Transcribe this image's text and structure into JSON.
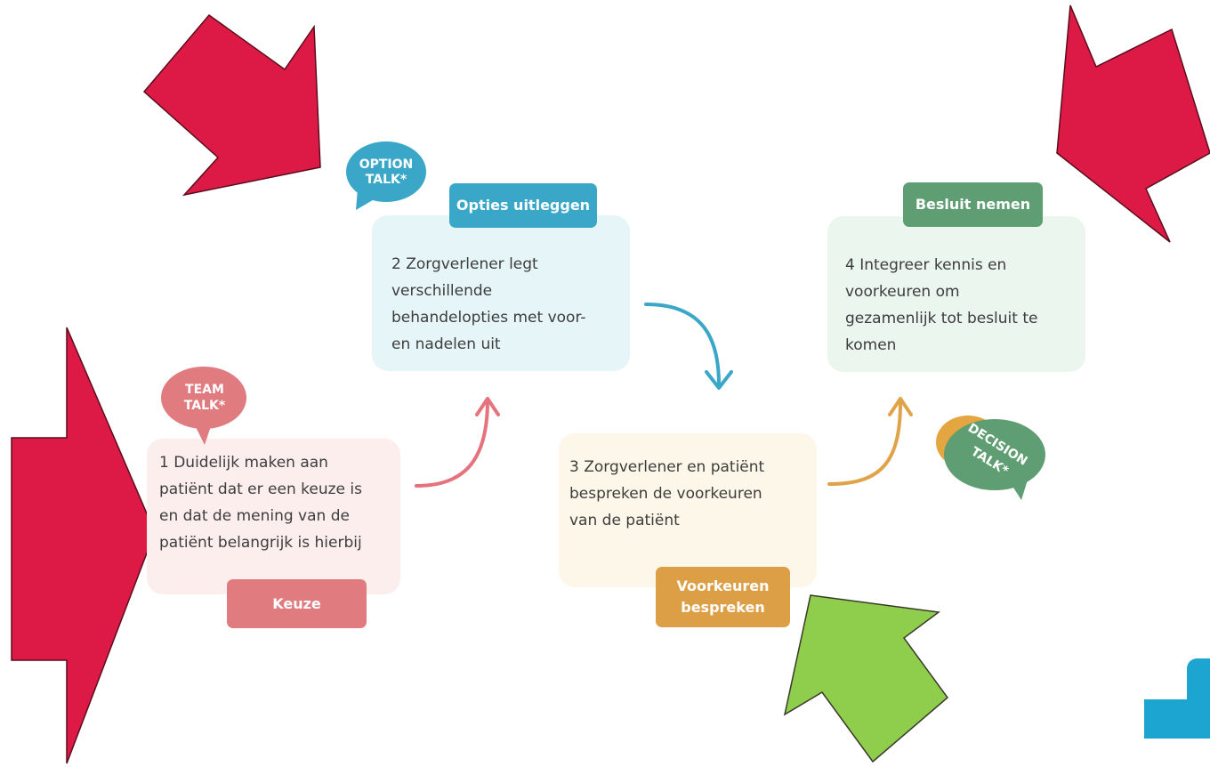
{
  "steps": [
    {
      "text_lines": [
        "1 Duidelijk maken aan",
        "patiënt dat er een keuze is",
        "en dat de mening van de",
        "patiënt belangrijk is hierbij"
      ],
      "label": "Keuze"
    },
    {
      "text_lines": [
        "2 Zorgverlener legt",
        "verschillende",
        "behandelopties met voor-",
        "en nadelen uit"
      ],
      "label": "Opties uitleggen"
    },
    {
      "text_lines": [
        "3 Zorgverlener en patiënt",
        "bespreken de voorkeuren",
        "van de patiënt"
      ],
      "label_lines": [
        "Voorkeuren",
        "bespreken"
      ]
    },
    {
      "text_lines": [
        "4 Integreer kennis en",
        "voorkeuren om",
        "gezamenlijk tot besluit te",
        "komen"
      ],
      "label": "Besluit nemen"
    }
  ],
  "bubbles": {
    "team_talk": [
      "TEAM",
      "TALK*"
    ],
    "option_talk": [
      "OPTION",
      "TALK*"
    ],
    "decision_talk": [
      "DECISION",
      "TALK*"
    ]
  },
  "colors": {
    "big_arrows": "#dc1a45",
    "green_arrow": "#8fcd4c",
    "keuze": "#e07b80",
    "opties": "#3aa7c8",
    "voorkeuren": "#dd9f45",
    "besluit": "#5f9d72",
    "logo": "#1ca5d0"
  }
}
